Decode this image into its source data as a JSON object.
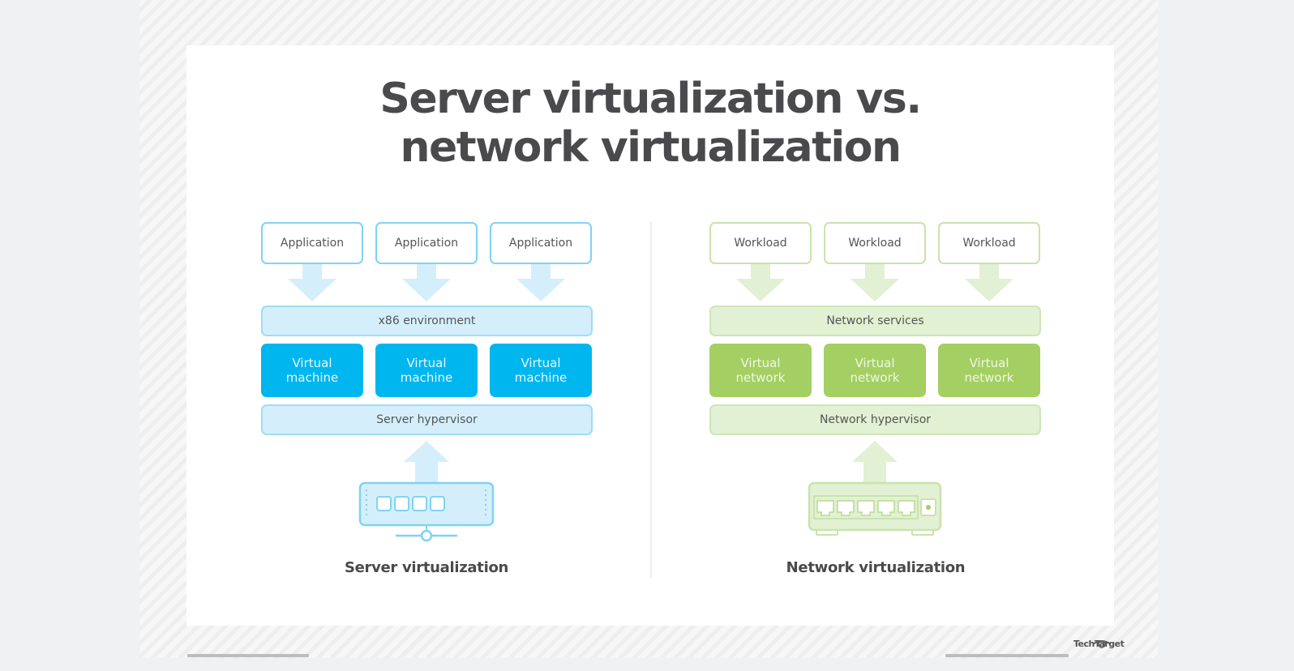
{
  "title": {
    "line1": "Server virtualization vs.",
    "line2": "network virtualization"
  },
  "server": {
    "caption": "Server virtualization",
    "top_boxes": [
      "Application",
      "Application",
      "Application"
    ],
    "environment": "x86 environment",
    "vms": [
      {
        "line1": "Virtual",
        "line2": "machine"
      },
      {
        "line1": "Virtual",
        "line2": "machine"
      },
      {
        "line1": "Virtual",
        "line2": "machine"
      }
    ],
    "hypervisor": "Server hypervisor",
    "device_icon": "server-icon",
    "colors": {
      "primary": "#00b6ee",
      "light": "#d4effb",
      "border": "#7fd3f4"
    }
  },
  "network": {
    "caption": "Network virtualization",
    "top_boxes": [
      "Workload",
      "Workload",
      "Workload"
    ],
    "services": "Network services",
    "vns": [
      {
        "line1": "Virtual",
        "line2": "network"
      },
      {
        "line1": "Virtual",
        "line2": "network"
      },
      {
        "line1": "Virtual",
        "line2": "network"
      }
    ],
    "hypervisor": "Network hypervisor",
    "device_icon": "network-switch-icon",
    "colors": {
      "primary": "#a4cf63",
      "light": "#e2f0d3",
      "border": "#c9e3ad"
    }
  },
  "footer": {
    "logo": "TechTarget"
  }
}
